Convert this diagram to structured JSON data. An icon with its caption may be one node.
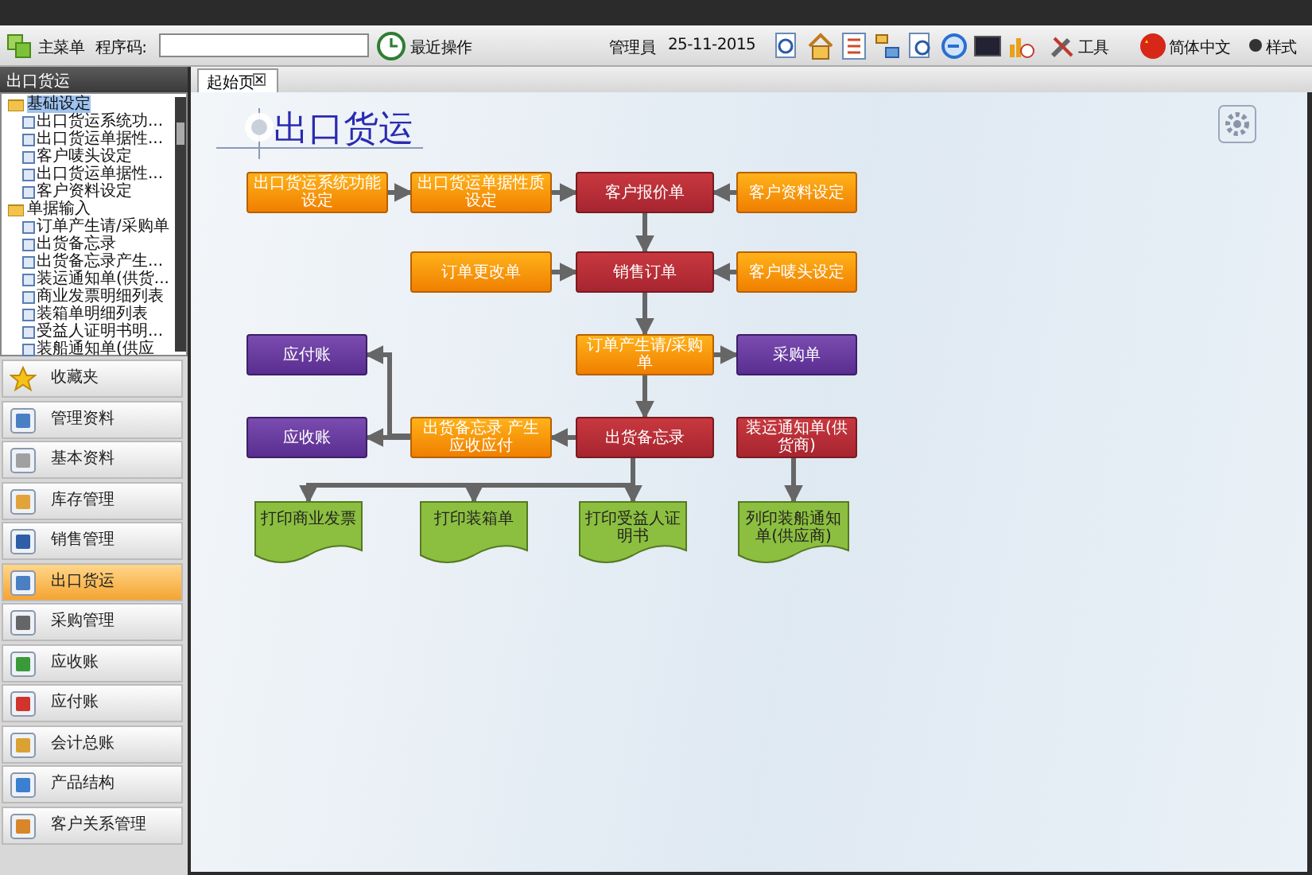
{
  "diagram": {
    "title": "出口货运",
    "nodes": [
      {
        "text": [
          "出口货运系统功能设定"
        ]
      },
      {
        "text": [
          "出口货运单据性质设定"
        ]
      },
      {
        "text": [
          "客户报价单"
        ]
      },
      {
        "text": [
          "客户资料设定"
        ]
      },
      {
        "text": [
          "订单更改单"
        ]
      },
      {
        "text": [
          "销售订单"
        ]
      },
      {
        "text": [
          "客户唛头设定"
        ]
      },
      {
        "text": [
          "应付账"
        ]
      },
      {
        "text": [
          "订单产生请/采购单"
        ]
      },
      {
        "text": [
          "采购单"
        ]
      },
      {
        "text": [
          "应收账"
        ]
      },
      {
        "text": [
          "出货备忘录 产生应收应付"
        ]
      },
      {
        "text": [
          "出货备忘录"
        ]
      },
      {
        "text": [
          "装运通知单(供货商)"
        ]
      },
      {
        "text": [
          "打印商业发票"
        ]
      },
      {
        "text": [
          "打印装箱单"
        ]
      },
      {
        "text": [
          "打印受益人证明书"
        ]
      },
      {
        "text": [
          "列印装船通知单(供应商)"
        ]
      }
    ],
    "edges": [
      {
        "from": 0,
        "to": 1,
        "arrow": "to"
      },
      {
        "from": 1,
        "to": 2,
        "arrow": "to"
      },
      {
        "from": 3,
        "to": 2,
        "arrow": "to"
      },
      {
        "from": 2,
        "to": 5,
        "arrow": "to"
      },
      {
        "from": 4,
        "to": 5,
        "arrow": "to"
      },
      {
        "from": 6,
        "to": 5,
        "arrow": "to"
      },
      {
        "from": 5,
        "to": 8,
        "arrow": "to"
      },
      {
        "from": 8,
        "to": 9,
        "arrow": "to"
      },
      {
        "from": 8,
        "to": 12,
        "arrow": "to"
      },
      {
        "from": 12,
        "to": 11,
        "arrow": "to"
      },
      {
        "from": 11,
        "to": 10,
        "arrow": "to"
      },
      {
        "from": 11,
        "to": 7,
        "arrow": "to"
      },
      {
        "from": 12,
        "to": 14,
        "arrow": "to"
      },
      {
        "from": 12,
        "to": 15,
        "arrow": "to"
      },
      {
        "from": 12,
        "to": 16,
        "arrow": "to"
      },
      {
        "from": 13,
        "to": 17,
        "arrow": "to"
      }
    ],
    "labels": [
      "主菜单",
      "程序码:",
      "最近操作",
      "管理員",
      "25-11-2015",
      "工具",
      "简体中文",
      "样式",
      "出口货运",
      "起始页",
      "基础设定",
      "出口货运系统功...",
      "出口货运单据性...",
      "客户唛头设定",
      "出口货运单据性...",
      "客户资料设定",
      "单据输入",
      "订单产生请/采购单",
      "出货备忘录",
      "出货备忘录产生...",
      "装运通知单(供货...",
      "商业发票明细列表",
      "装箱单明细列表",
      "受益人证明书明...",
      "装船通知单(供应",
      "收藏夹",
      "管理资料",
      "基本资料",
      "库存管理",
      "销售管理",
      "出口货运",
      "采购管理",
      "应收账",
      "应付账",
      "会计总账",
      "产品结构",
      "客户关系管理"
    ]
  }
}
